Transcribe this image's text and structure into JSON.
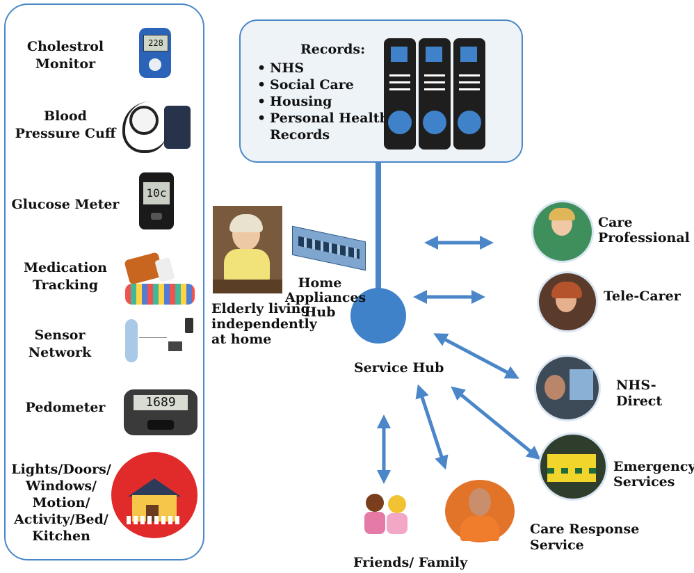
{
  "devices": {
    "cholesterol_monitor": "Cholestrol\nMonitor",
    "blood_pressure_cuff": "Blood\nPressure Cuff",
    "glucose_meter": "Glucose Meter",
    "medication_tracking": "Medication\nTracking",
    "sensor_network": "Sensor\nNetwork",
    "pedometer": "Pedometer",
    "lights_doors": "Lights/Doors/\nWindows/\nMotion/\nActivity/Bed/\nKitchen",
    "cholesterol_reading": "228",
    "glucose_reading": "10c",
    "pedometer_reading": "1689"
  },
  "records": {
    "title": "Records:",
    "items": [
      "NHS",
      "Social Care",
      "Housing",
      "Personal Health\nRecords"
    ]
  },
  "elderly_label": "Elderly living\nindependently\nat home",
  "home_hub_label": "Home\nAppliances\nHub",
  "service_hub_label": "Service Hub",
  "nodes": {
    "care_professional": "Care\nProfessional",
    "tele_carer": "Tele-Carer",
    "nhs_direct": "NHS-Direct",
    "emergency_services": "Emergency\nServices",
    "care_response": "Care Response Service",
    "friends_family": "Friends/ Family"
  },
  "colors": {
    "accent": "#4a86c8",
    "hub": "#3f82c9"
  }
}
